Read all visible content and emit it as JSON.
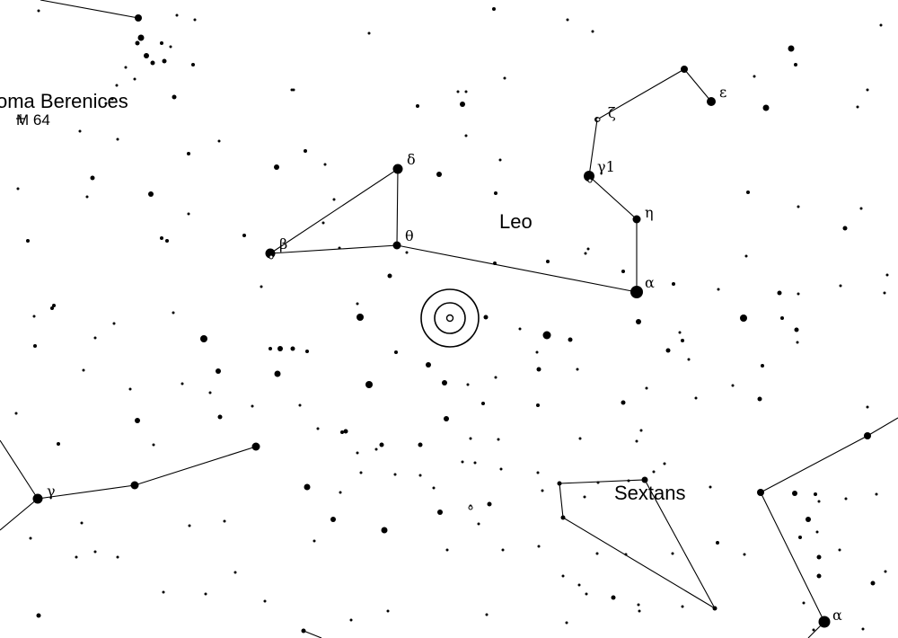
{
  "chart": {
    "constellations": [
      {
        "id": "leo",
        "name": "Leo"
      },
      {
        "id": "sextans",
        "name": "Sextans"
      },
      {
        "id": "coma",
        "name": "oma Berenices"
      }
    ],
    "deep_sky": [
      {
        "id": "m64",
        "label": "M 64"
      }
    ],
    "star_labels": [
      {
        "id": "leo-delta",
        "text": "δ"
      },
      {
        "id": "leo-theta",
        "text": "θ"
      },
      {
        "id": "leo-beta",
        "text": "β"
      },
      {
        "id": "leo-alpha",
        "text": "α"
      },
      {
        "id": "leo-eta",
        "text": "η"
      },
      {
        "id": "leo-gamma1",
        "text": "γ1"
      },
      {
        "id": "leo-zeta",
        "text": "ζ"
      },
      {
        "id": "leo-epsilon",
        "text": "ε"
      },
      {
        "id": "virgo-gamma",
        "text": "γ"
      },
      {
        "id": "hydra-alpha",
        "text": "α"
      }
    ],
    "target_marker": "target-reticle"
  }
}
